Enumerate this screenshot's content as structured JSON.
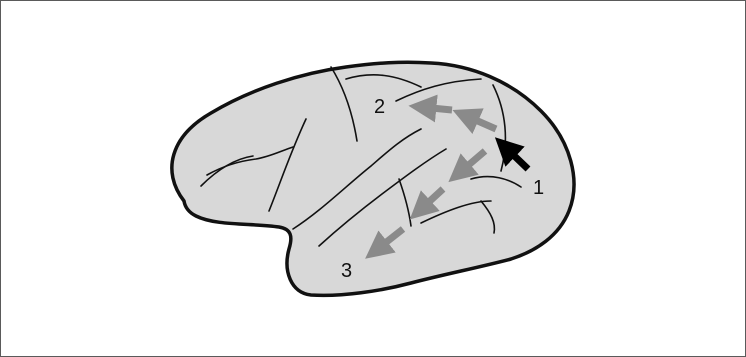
{
  "labels": {
    "area1": "1",
    "area2": "2",
    "area3": "3"
  },
  "colors": {
    "brain_fill": "#d8d8d8",
    "outline": "#111111",
    "gray_arrow": "#8a8a8a",
    "black_arrow": "#000000"
  }
}
